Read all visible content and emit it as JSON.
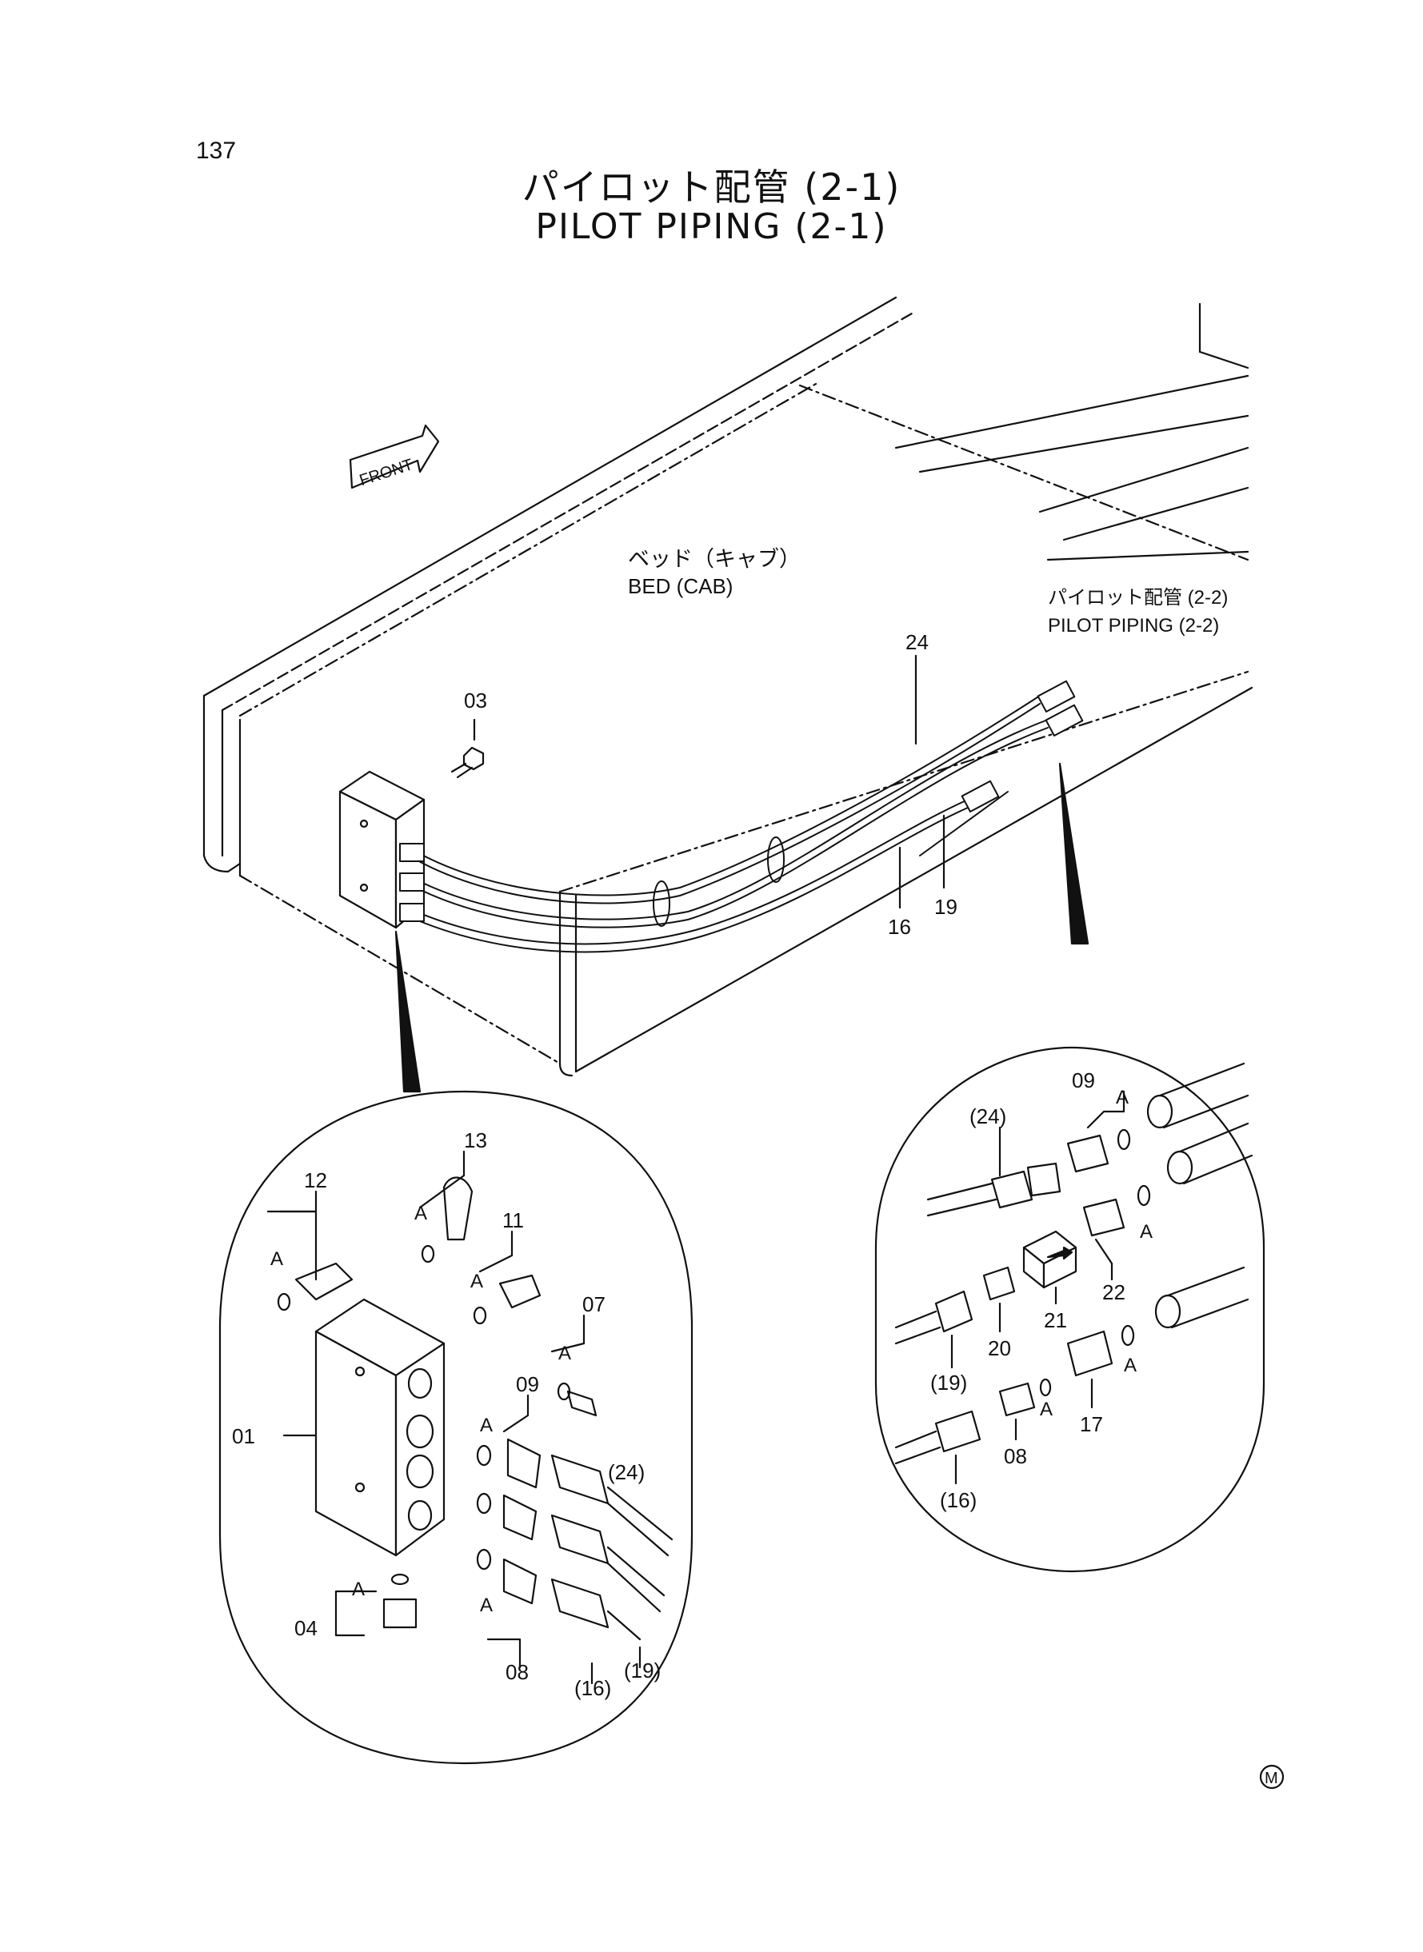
{
  "page_number": "137",
  "title": {
    "jp": "パイロット配管 (2-1)",
    "en": "PILOT PIPING (2-1)"
  },
  "bed": {
    "jp": "ベッド（キャブ）",
    "en": "BED (CAB)"
  },
  "ref": {
    "jp": "パイロット配管 (2-2)",
    "en": "PILOT PIPING (2-2)"
  },
  "front": "FRONT",
  "mark": "M",
  "labels": {
    "main": {
      "p03": "03",
      "p24": "24",
      "p19": "19",
      "p16": "16"
    },
    "left": {
      "p13": "13",
      "p12": "12",
      "p11": "11",
      "p07": "07",
      "p09": "09",
      "p01": "01",
      "p24": "(24)",
      "p04": "04",
      "p08": "08",
      "p19": "(19)",
      "p16": "(16)",
      "A": "A"
    },
    "right": {
      "p09": "09",
      "p24": "(24)",
      "p22": "22",
      "p21": "21",
      "p20": "20",
      "p19": "(19)",
      "p17": "17",
      "p08": "08",
      "p16": "(16)",
      "A": "A"
    }
  }
}
